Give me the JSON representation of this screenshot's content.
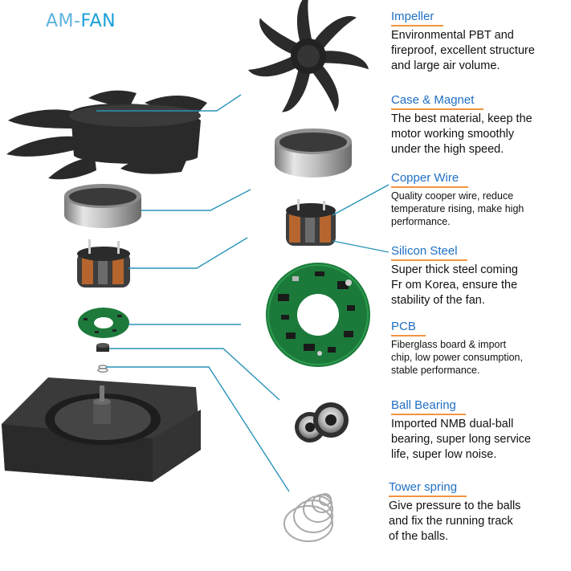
{
  "brand": {
    "am": "AM",
    "dash": "-",
    "fan": "FAN"
  },
  "colors": {
    "title": "#1f6fc4",
    "underline": "#f29440",
    "leader": "#2a93b8",
    "part": "#2b2b2b"
  },
  "parts": [
    {
      "title": "Impeller",
      "lines": [
        "Environmental PBT and",
        "fireproof, excellent structure",
        "and large air volume."
      ]
    },
    {
      "title": "Case & Magnet",
      "lines": [
        "The best material, keep the",
        "motor working smoothly",
        "under the high speed."
      ]
    },
    {
      "title": "Copper Wire",
      "lines": [
        "Quality cooper wire, reduce",
        "temperature rising, make high",
        "performance."
      ]
    },
    {
      "title": "Silicon Steel",
      "lines": [
        "Super thick steel coming",
        "Fr om Korea, ensure the",
        "stability of the fan."
      ]
    },
    {
      "title": "PCB",
      "lines": [
        "Fiberglass board & import",
        "chip, low power consumption,",
        "stable performance."
      ]
    },
    {
      "title": "Ball Bearing",
      "lines": [
        "Imported NMB dual-ball",
        "bearing, super long service",
        "life, super low noise."
      ]
    },
    {
      "title": "Tower spring",
      "lines": [
        "Give pressure to the balls",
        "and fix the running track",
        "of the balls."
      ]
    }
  ]
}
